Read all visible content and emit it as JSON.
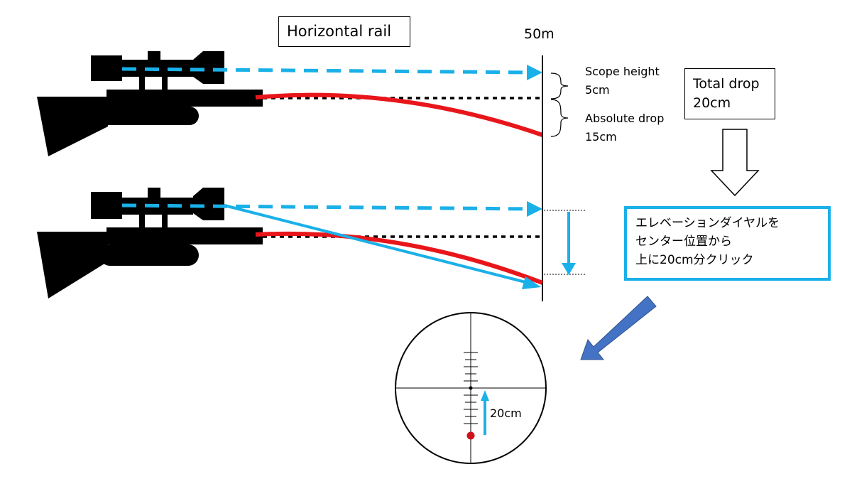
{
  "colors": {
    "sight_line": "#1ab0e8",
    "trajectory": "#e8161b",
    "reference_line": "#000000",
    "callout_arrow": "#4472c4",
    "impact_dot": "#d0101a"
  },
  "labels": {
    "horizontal_rail": "Horizontal rail",
    "distance": "50m",
    "scope_height_title": "Scope height",
    "scope_height_value": "5cm",
    "absolute_drop_title": "Absolute drop",
    "absolute_drop_value": "15cm",
    "total_drop_title": "Total drop",
    "total_drop_value": "20cm",
    "reticle_adjust": "20cm"
  },
  "note": {
    "lines": [
      "エレベーションダイヤルを",
      "センター位置から",
      "上に20cm分クリック"
    ]
  }
}
